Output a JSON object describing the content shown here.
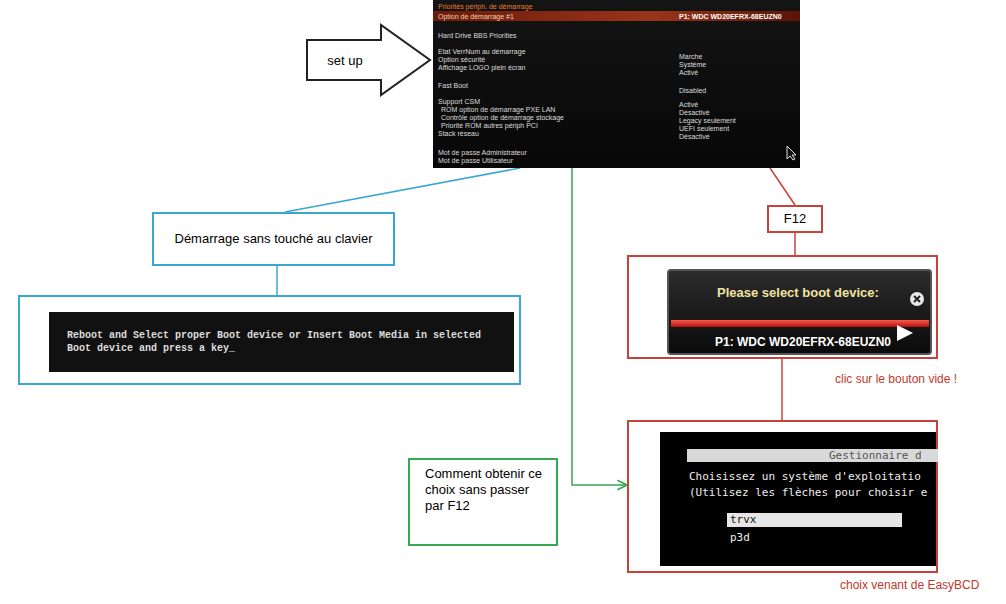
{
  "diagram": {
    "nodes": [
      {
        "text": [
          "Priorités périph. de démarrage",
          "Option de démarrage #1",
          "P1: WDC WD20EFRX-68EUZN0",
          "Hard Drive BBS Priorities",
          "Etat VerrNum au démarrage",
          "Marche",
          "Option sécurité",
          "Système",
          "Affichage LOGO plein écran",
          "Activé",
          "Fast Boot",
          "Disabled",
          "Support CSM",
          "Activé",
          "ROM option de démarrage PXE LAN",
          "Désactivé",
          "Contrôle option de démarrage stockage",
          "Legacy seulement",
          "Priorité ROM autres périph PCI",
          "UEFI seulement",
          "Stack réseau",
          "Désactivé",
          "Mot de passe Administrateur",
          "Mot de passe Utilisateur"
        ]
      },
      {
        "text": [
          "set up"
        ]
      },
      {
        "text": [
          "Démarrage sans touché au clavier"
        ]
      },
      {
        "text": [
          "Reboot and Select proper Boot device or Insert Boot Media in selected Boot device and press a key_"
        ]
      },
      {
        "text": [
          "F12"
        ]
      },
      {
        "text": [
          "Please select boot device:",
          "P1: WDC WD20EFRX-68EUZN0"
        ]
      },
      {
        "text": [
          "Gestionnaire d",
          "Choisissez un système d'exploitatio",
          "(Utilisez les flèches pour choisir e",
          "trvx",
          "p3d"
        ]
      },
      {
        "text": [
          "Comment obtenir ce choix sans passer par F12"
        ]
      }
    ],
    "edges": [
      {
        "from": 0,
        "to": 2,
        "arrow": "none"
      },
      {
        "from": 2,
        "to": 3,
        "arrow": "none"
      },
      {
        "from": 0,
        "to": 4,
        "arrow": "none"
      },
      {
        "from": 4,
        "to": 5,
        "arrow": "none"
      },
      {
        "from": 5,
        "to": 6,
        "arrow": "none"
      },
      {
        "from": 0,
        "to": 6,
        "arrow": "to"
      }
    ],
    "labels": [
      "clic sur le bouton vide !",
      "choix venant de EasyBCD"
    ]
  }
}
